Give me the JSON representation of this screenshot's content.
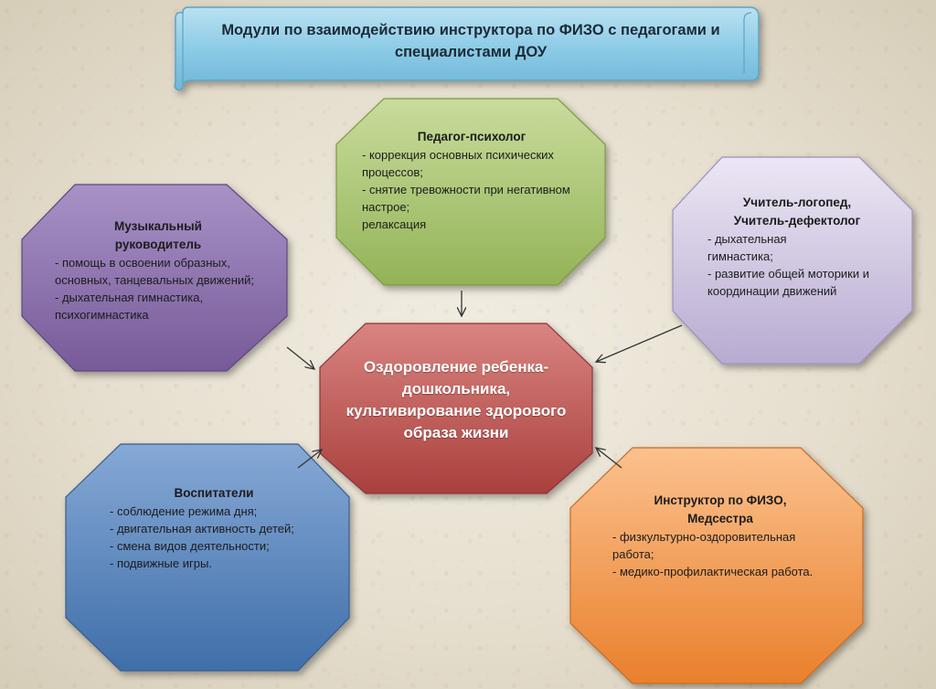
{
  "title": "Модули по  взаимодействию инструктора по ФИЗО с педагогами и специалистами ДОУ",
  "center": {
    "label": "Оздоровление ребенка-дошкольника, культивирование здорового образа жизни",
    "color": "#c0504d"
  },
  "nodes": {
    "psychologist": {
      "title": "Педагог-психолог",
      "items": [
        "- коррекция основных психических процессов;",
        "- снятие тревожности при негативном настрое;",
        "релаксация"
      ],
      "color": "#9bbb59"
    },
    "music": {
      "title": "Музыкальный руководитель",
      "items": [
        "- помощь в освоении образных, основных, танцевальных движений;",
        "- дыхательная гимнастика, психогимнастика"
      ],
      "color": "#8064a2"
    },
    "speech": {
      "title": "Учитель-логопед, Учитель-дефектолог",
      "items": [
        "- дыхательная гимнастика;",
        "- развитие общей моторики и координации движений"
      ],
      "color": "#c9bfdc"
    },
    "educators": {
      "title": "Воспитатели",
      "items": [
        "- соблюдение режима дня;",
        "- двигательная активность детей;",
        "- смена видов деятельности;",
        "- подвижные игры."
      ],
      "color": "#4f81bd"
    },
    "instructor": {
      "title": "Инструктор по ФИЗО, Медсестра",
      "items": [
        "- физкультурно-оздоровительная работа;",
        "- медико-профилактическая работа."
      ],
      "color": "#f79646"
    }
  }
}
